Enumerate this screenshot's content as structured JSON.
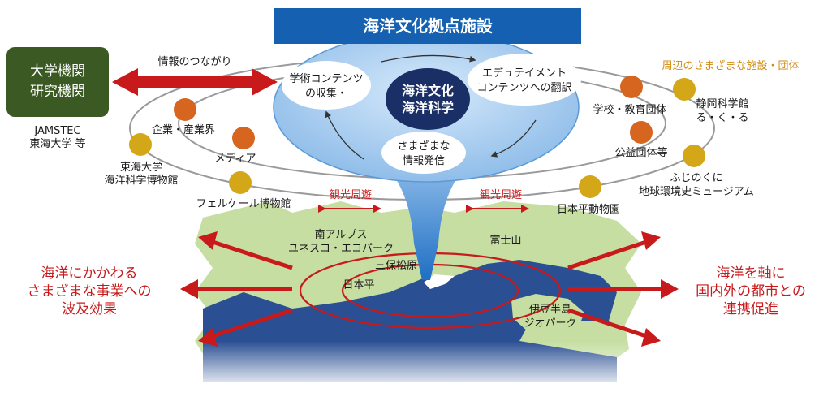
{
  "header": {
    "title": "海洋文化拠点施設"
  },
  "center": {
    "core_line1": "海洋文化",
    "core_line2": "海洋科学",
    "collect_line1": "学術コンテンツ",
    "collect_line2": "の収集・",
    "translate_line1": "エデュテイメント",
    "translate_line2": "コンテンツへの翻訳",
    "send_line1": "さまざまな",
    "send_line2": "情報発信"
  },
  "left": {
    "university_line1": "大学機関",
    "university_line2": "研究機関",
    "info_connection": "情報のつながり",
    "jamstec_line1": "JAMSTEC",
    "jamstec_line2": "東海大学 等"
  },
  "orbit_left": {
    "industry": "企業・産業界",
    "media": "メディア",
    "tokai_museum_line1": "東海大学",
    "tokai_museum_line2": "海洋科学博物館",
    "ferkeel": "フェルケール博物館"
  },
  "orbit_right": {
    "surrounding": "周辺のさまざまな施設・団体",
    "schools": "学校・教育団体",
    "shizuoka_line1": "静岡科学館",
    "shizuoka_line2": "る・く・る",
    "public": "公益団体等",
    "fujinokuni_line1": "ふじのくに",
    "fujinokuni_line2": "地球環境史ミュージアム",
    "zoo": "日本平動物園"
  },
  "sightseeing": {
    "left": "観光周遊",
    "right": "観光周遊"
  },
  "map": {
    "alps_line1": "南アルプス",
    "alps_line2": "ユネスコ・エコパーク",
    "fuji": "富士山",
    "miho": "三保松原",
    "nihondaira": "日本平",
    "izu_line1": "伊豆半島",
    "izu_line2": "ジオパーク"
  },
  "effects": {
    "left_line1": "海洋にかかわる",
    "left_line2": "さまざまな事業への",
    "left_line3": "波及効果",
    "right_line1": "海洋を軸に",
    "right_line2": "国内外の都市との",
    "right_line3": "連携促進"
  },
  "colors": {
    "title_bg": "#1560b0",
    "funnel": "#a8cdf0",
    "core": "#1a2f66",
    "arrow_red": "#c8191b",
    "dot_orange": "#d6651f",
    "dot_gold": "#d4a718",
    "university_box": "#3b5a23",
    "land": "#c6dea2",
    "sea": "#2a4f93"
  }
}
